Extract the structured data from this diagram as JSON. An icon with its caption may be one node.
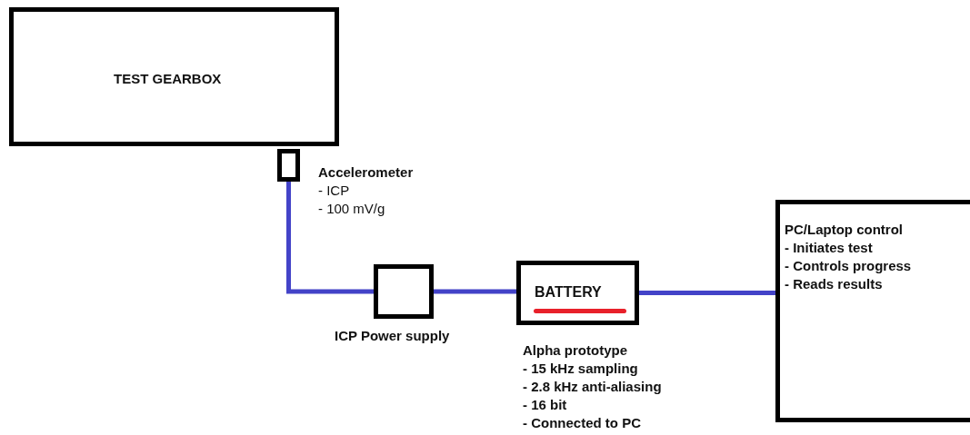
{
  "diagram": {
    "nodes": [
      {
        "text": [
          "TEST GEARBOX"
        ]
      },
      {
        "text": [],
        "shape": "box",
        "beside": [
          "Accelerometer",
          "- ICP",
          "- 100 mV/g"
        ]
      },
      {
        "text": [],
        "shape": "box",
        "beside": [
          "ICP Power supply"
        ]
      },
      {
        "text": [
          "BATTERY"
        ],
        "beside": [
          "Alpha prototype",
          "- 15 kHz sampling",
          "- 2.8 kHz anti-aliasing",
          "- 16 bit",
          "- Connected to PC"
        ]
      },
      {
        "text": [
          "PC/Laptop control",
          "- Initiates test",
          "- Controls progress",
          "- Reads results"
        ]
      }
    ],
    "edges": [
      {
        "from": 1,
        "to": 2,
        "arrow": "none",
        "color": "#4343c8"
      },
      {
        "from": 2,
        "to": 3,
        "arrow": "none",
        "color": "#4343c8"
      },
      {
        "from": 3,
        "to": 4,
        "arrow": "none",
        "color": "#4343c8"
      }
    ]
  }
}
